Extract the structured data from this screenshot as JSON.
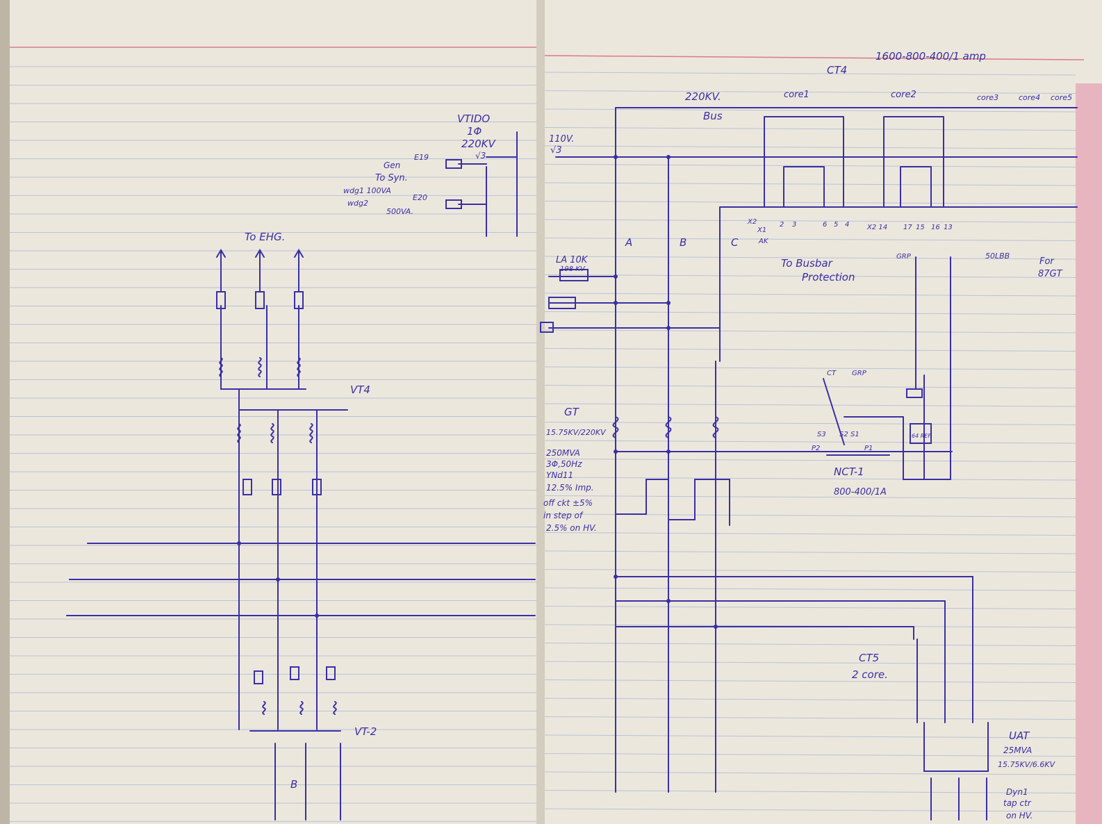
{
  "labels": {
    "ratio": "1600-800-400/1 amp",
    "ct4": "CT4",
    "kv220": "220KV.",
    "bus": "Bus",
    "core1": "core1",
    "core2": "core2",
    "core3": "core3",
    "core4": "core4",
    "core5": "core5",
    "v110": "110V.",
    "sqrt3": "√3",
    "vt_id": "VTIDO",
    "phase": "1Φ",
    "vt_kv": "220KV",
    "vt_sqrt3": "√3",
    "gen": "Gen",
    "e19": "E19",
    "to_syn": "To Syn.",
    "wdg1": "wdg1 100VA",
    "e20": "E20",
    "wdg2": "wdg2",
    "va500": "500VA.",
    "to_ehg": "To EHG.",
    "vt4": "VT4",
    "vt2": "VT-2",
    "b_mark": "B",
    "phase_a": "A",
    "phase_b": "B",
    "phase_c": "C",
    "la": "LA 10K",
    "la_kv": "198 KV",
    "x2": "X2",
    "x1": "X1",
    "tap2": "2",
    "tap3": "3",
    "tap6": "6",
    "tap5": "5",
    "tap4": "4",
    "ak": "AK",
    "x2_14": "X2 14",
    "tap17": "17",
    "tap15": "15",
    "tap16": "16",
    "tap13": "13",
    "to_busbar": "To Busbar",
    "protection": "Protection",
    "grp": "GRP",
    "relay50": "50LBB",
    "for87": "For",
    "gt87": "87GT",
    "gt": "GT",
    "gt_spec1": "15.75KV/220KV",
    "gt_spec2": "250MVA",
    "gt_spec3": "3Φ,50Hz",
    "gt_spec4": "YNd11",
    "gt_spec5": "12.5% Imp.",
    "gt_spec6": "off ckt ±5%",
    "gt_spec7": "in step of",
    "gt_spec8": "2.5% on HV.",
    "ct_label": "CT",
    "grp2": "GRP",
    "s3": "S3",
    "s2": "S2",
    "s1": "S1",
    "p2": "P2",
    "p1": "P1",
    "relay_box": "64 REF",
    "nct": "NCT-1",
    "nct_ratio": "800-400/1A",
    "ct5": "CT5",
    "ct5_core": "2 core.",
    "uat": "UAT",
    "uat_spec1": "25MVA",
    "uat_spec2": "15.75KV/6.6KV",
    "uat_spec3": "Dyn1",
    "uat_spec4": "tap ctr",
    "uat_spec5": "on HV."
  }
}
